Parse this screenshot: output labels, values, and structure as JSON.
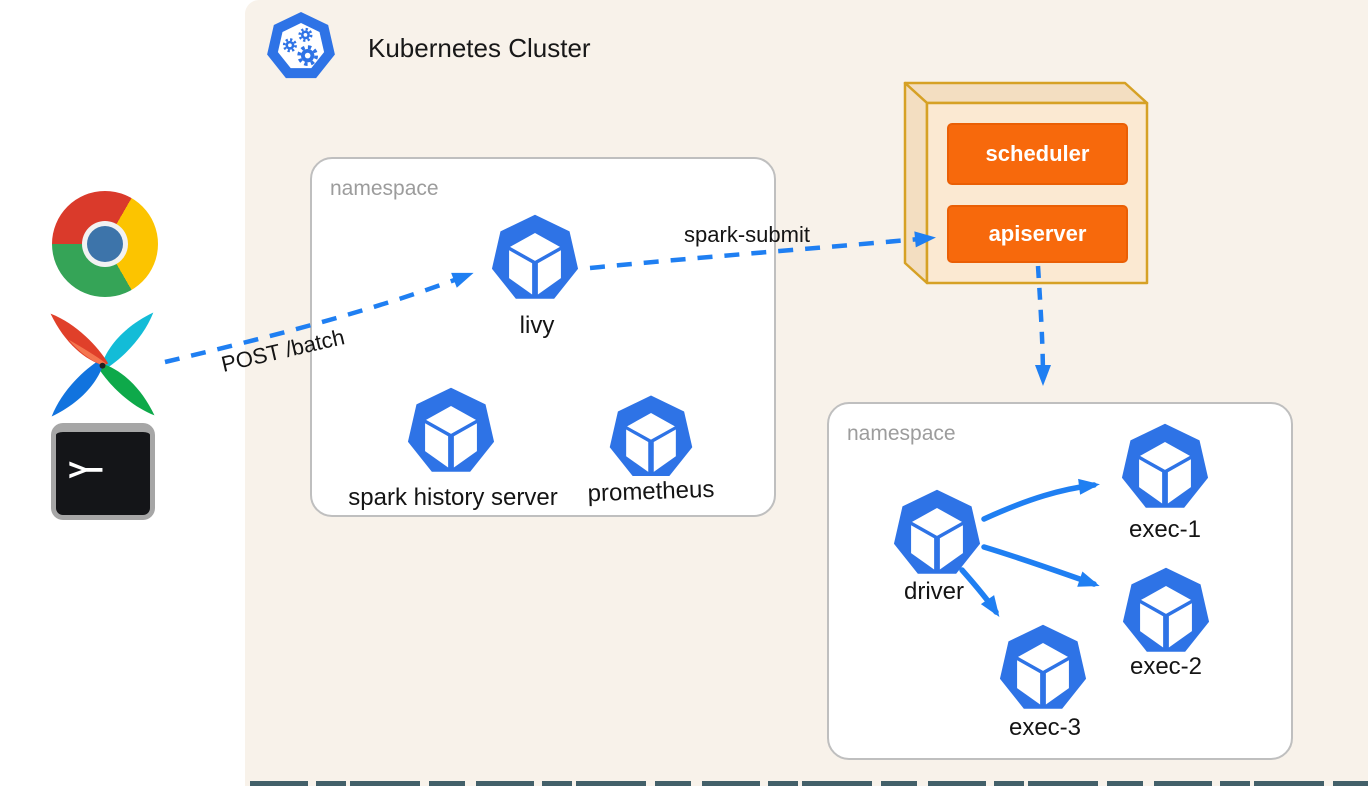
{
  "header": {
    "title": "Kubernetes Cluster",
    "logo": "kubernetes-logo"
  },
  "clients": [
    {
      "icon": "chrome-browser-icon"
    },
    {
      "icon": "apache-airflow-icon"
    },
    {
      "icon": "terminal-icon",
      "glyph": ">−"
    }
  ],
  "flows": {
    "post_batch": "POST /batch",
    "spark_submit": "spark-submit"
  },
  "control_plane": {
    "components": [
      "scheduler",
      "apiserver"
    ]
  },
  "namespaces": [
    {
      "label": "namespace",
      "pods": [
        "livy",
        "spark history server",
        "prometheus"
      ]
    },
    {
      "label": "namespace",
      "pods": [
        "driver",
        "exec-1",
        "exec-2",
        "exec-3"
      ]
    }
  ],
  "colors": {
    "pod_blue": "#2e73e6",
    "arrow_blue": "#1f7ff2",
    "component_orange": "#f7690c",
    "control_plane_fill": "#fbe9d2",
    "control_plane_border": "#d6a125",
    "panel_background": "#f8f2ea",
    "namespace_border": "#bfbfbf",
    "bottom_strip": "#436069"
  }
}
